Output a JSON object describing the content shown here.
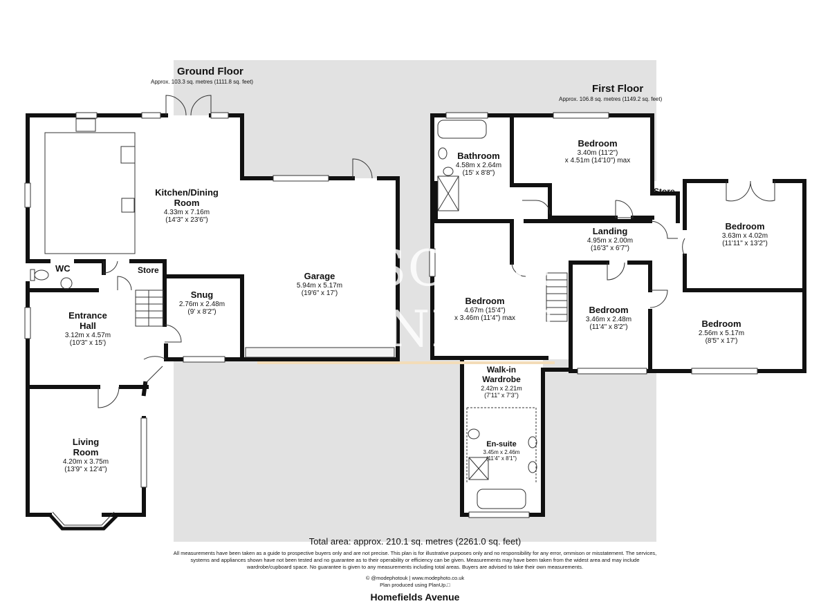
{
  "ground_floor": {
    "title": "Ground Floor",
    "area": "Approx. 103.3 sq. metres (1111.8 sq. feet)",
    "rooms": [
      {
        "name": "Kitchen/Dining",
        "name2": "Room",
        "dims": "4.33m x 7.16m",
        "imperial": "(14'3\" x 23'6\")"
      },
      {
        "name": "Garage",
        "dims": "5.94m x 5.17m",
        "imperial": "(19'6\" x 17')"
      },
      {
        "name": "Snug",
        "dims": "2.76m x 2.48m",
        "imperial": "(9' x 8'2\")"
      },
      {
        "name": "Entrance",
        "name2": "Hall",
        "dims": "3.12m x 4.57m",
        "imperial": "(10'3\" x 15')"
      },
      {
        "name": "Living",
        "name2": "Room",
        "dims": "4.20m x 3.75m",
        "imperial": "(13'9\" x 12'4\")"
      }
    ],
    "wc_label": "WC",
    "store_label": "Store"
  },
  "first_floor": {
    "title": "First Floor",
    "area": "Approx. 106.8 sq. metres (1149.2 sq. feet)",
    "rooms": [
      {
        "name": "Bathroom",
        "dims": "4.58m x 2.64m",
        "imperial": "(15' x 8'8\")"
      },
      {
        "name": "Bedroom",
        "dims": "3.40m (11'2\")",
        "imperial": "x 4.51m (14'10\") max"
      },
      {
        "name": "Bedroom",
        "dims": "3.63m x 4.02m",
        "imperial": "(11'11\" x 13'2\")"
      },
      {
        "name": "Landing",
        "dims": "4.95m x 2.00m",
        "imperial": "(16'3\" x 6'7\")"
      },
      {
        "name": "Bedroom",
        "dims": "4.67m (15'4\")",
        "imperial": "x 3.46m (11'4\") max"
      },
      {
        "name": "Bedroom",
        "dims": "3.46m x 2.48m",
        "imperial": "(11'4\" x 8'2\")"
      },
      {
        "name": "Bedroom",
        "dims": "2.56m x 5.17m",
        "imperial": "(8'5\" x 17')"
      },
      {
        "name": "Walk-in",
        "name2": "Wardrobe",
        "dims": "2.42m x 2.21m",
        "imperial": "(7'11\" x 7'3\")"
      },
      {
        "name": "En-suite",
        "dims": "3.45m x 2.46m",
        "imperial": "(11'4\" x 8'1\")"
      }
    ],
    "store_label": "Store"
  },
  "watermark": {
    "line1": "GIBSON &",
    "line2": "BRENNAN"
  },
  "total_area": "Total area: approx. 210.1 sq. metres (2261.0 sq. feet)",
  "disclaimer": [
    "All measurements have been taken as a guide to prospective buyers only and are not precise. This plan is for illustrative purposes only and no responsibility for any error, ommison or misstatement. The services,",
    "systems and appliances shown have not been tested and no guarantee as to their operability or efficiency can be given. Measurements may have been taken from the widest area and may include",
    "wardrobe/cupboard space. No guarantee is given to any measurements including total areas. Buyers are advised to take their own measurements."
  ],
  "credit1": "© @modephotouk | www.modephoto.co.uk",
  "credit2": "Plan produced using PlanUp.□",
  "property_name": "Homefields Avenue",
  "colors": {
    "background_panel": "#e2e2e2",
    "walls": "#111111",
    "watermark_line": "#f3dcb8"
  }
}
